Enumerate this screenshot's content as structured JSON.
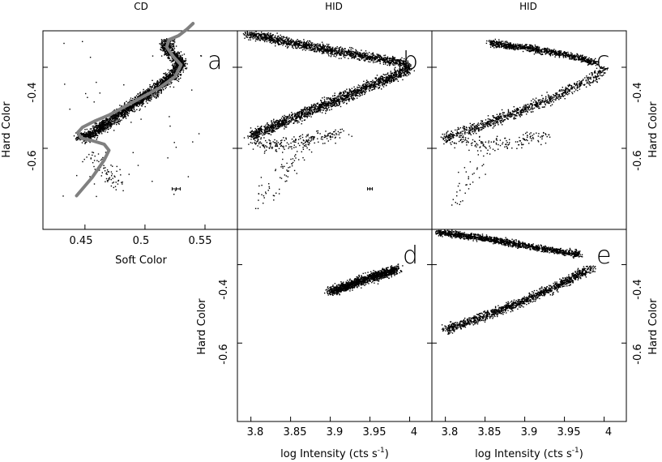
{
  "chart_data": {
    "type": "scatter",
    "headers": {
      "cd": "CD",
      "hid_left": "HID",
      "hid_right": "HID"
    },
    "panels": [
      {
        "id": "a",
        "kind": "color-color diagram",
        "xlabel": "Soft Color",
        "ylabel": "Hard Color",
        "xlim": [
          0.415,
          0.577
        ],
        "ylim": [
          -0.8,
          -0.31
        ],
        "xticks": [
          "0.45",
          "0.5",
          "0.55"
        ],
        "yticks": [
          "-0.4",
          "-0.6"
        ],
        "curve": {
          "color": "#808080",
          "x": [
            0.443,
            0.456,
            0.466,
            0.47,
            0.466,
            0.456,
            0.447,
            0.444,
            0.448,
            0.458,
            0.47,
            0.49,
            0.512,
            0.525,
            0.53,
            0.524,
            0.518,
            0.52,
            0.528,
            0.535,
            0.54
          ],
          "y": [
            -0.717,
            -0.672,
            -0.629,
            -0.605,
            -0.59,
            -0.581,
            -0.575,
            -0.561,
            -0.548,
            -0.533,
            -0.518,
            -0.486,
            -0.451,
            -0.423,
            -0.394,
            -0.375,
            -0.35,
            -0.332,
            -0.322,
            -0.306,
            -0.292
          ]
        },
        "error_bar": {
          "x": 0.526,
          "y": -0.7
        }
      },
      {
        "id": "b",
        "kind": "hardness-intensity diagram",
        "xlabel": "",
        "ylabel": "",
        "xlim": [
          3.783,
          4.028
        ],
        "ylim": [
          -0.8,
          -0.31
        ],
        "error_bar": {
          "x": 3.95,
          "y": -0.7
        }
      },
      {
        "id": "c",
        "kind": "hardness-intensity diagram",
        "xlabel": "",
        "ylabel": "Hard Color",
        "xlim": [
          3.783,
          4.028
        ],
        "ylim": [
          -0.8,
          -0.31
        ],
        "yticks": [
          "-0.4",
          "-0.6"
        ]
      },
      {
        "id": "d",
        "kind": "hardness-intensity diagram",
        "xlabel": "log Intensity (cts s",
        "xlabel_sup": "-1",
        "xlabel_close": ")",
        "ylabel": "Hard Color",
        "xlim": [
          3.783,
          4.028
        ],
        "ylim": [
          -0.8,
          -0.31
        ],
        "xticks": [
          "3.8",
          "3.85",
          "3.9",
          "3.95",
          "4"
        ],
        "yticks": [
          "-0.4",
          "-0.6"
        ]
      },
      {
        "id": "e",
        "kind": "hardness-intensity diagram",
        "xlabel": "log Intensity (cts s",
        "xlabel_sup": "-1",
        "xlabel_close": ")",
        "ylabel": "Hard Color",
        "xlim": [
          3.783,
          4.028
        ],
        "ylim": [
          -0.8,
          -0.31
        ],
        "xticks": [
          "3.8",
          "3.85",
          "3.9",
          "3.95",
          "4"
        ],
        "yticks": [
          "-0.4",
          "-0.6"
        ]
      }
    ]
  }
}
